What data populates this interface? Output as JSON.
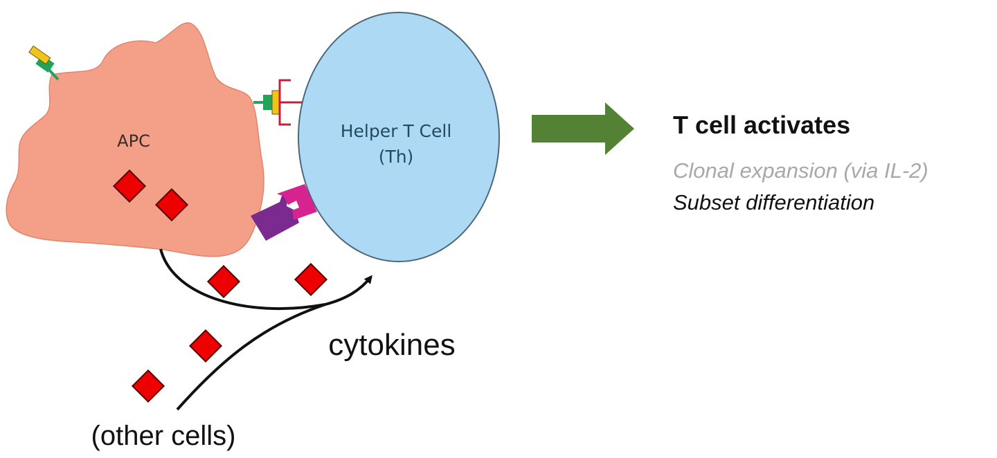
{
  "labels": {
    "apc": "APC",
    "helper_t_line1": "Helper T Cell",
    "helper_t_line2": "(Th)",
    "cytokines": "cytokines",
    "other_cells": "(other cells)"
  },
  "outcome": {
    "title": "T cell activates",
    "items": [
      "Clonal expansion (via IL-2)",
      "Subset differentiation"
    ]
  },
  "colors": {
    "apc_fill": "#f4a089",
    "t_cell_fill": "#aed9f5",
    "cytokine": "#ee0000",
    "arrow_green": "#548235",
    "mhc_green": "#22a35a",
    "antigen_yellow": "#f0c419",
    "tcr_red": "#c81e3c",
    "costim_purple": "#7b2a8f",
    "costim_magenta": "#d6238f"
  }
}
